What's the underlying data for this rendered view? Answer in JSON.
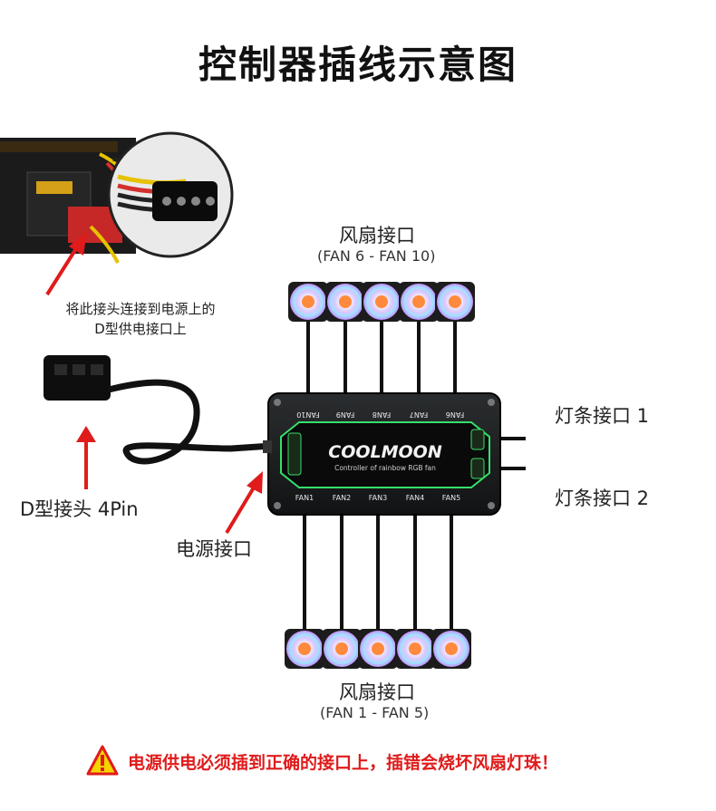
{
  "title": "控制器插线示意图",
  "fan_interface_top": {
    "label": "风扇接口",
    "range": "(FAN 6 - FAN 10)"
  },
  "fan_interface_bottom": {
    "label": "风扇接口",
    "range": "(FAN 1 - FAN 5)"
  },
  "psu_note": [
    "将此接头连接到电源上的",
    "D型供电接口上"
  ],
  "d_plug_label": "D型接头 4Pin",
  "power_port_label": "电源接口",
  "strip_port_1": "灯条接口 1",
  "strip_port_2": "灯条接口 2",
  "controller": {
    "brand": "COOLMOON",
    "tagline": "Controller of rainbow RGB fan",
    "top_ports": [
      "FAN10",
      "FAN9",
      "FAN8",
      "FAN7",
      "FAN6"
    ],
    "bottom_ports": [
      "FAN1",
      "FAN2",
      "FAN3",
      "FAN4",
      "FAN5"
    ],
    "accent_color": "#35e06a"
  },
  "warning": {
    "icon": "warning-triangle-icon",
    "text": "电源供电必须插到正确的接口上，插错会烧坏风扇灯珠！",
    "color": "#e01b1b"
  }
}
